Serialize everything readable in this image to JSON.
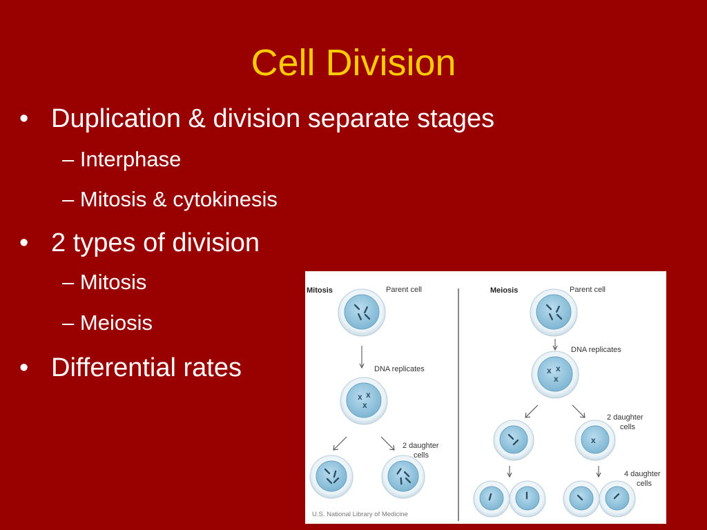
{
  "slide": {
    "title": "Cell Division",
    "bullets": [
      {
        "text": "Duplication & division separate stages",
        "subs": [
          "Interphase",
          "Mitosis & cytokinesis"
        ]
      },
      {
        "text": "2 types of division",
        "subs": [
          "Mitosis",
          "Meiosis"
        ]
      },
      {
        "text": "Differential rates",
        "subs": []
      }
    ],
    "bullet_glyph": "•",
    "sub_glyph": "–"
  },
  "figure": {
    "mitosis": {
      "heading": "Mitosis",
      "parent": "Parent cell",
      "step": "DNA replicates",
      "daughters_1": "2 daughter",
      "daughters_2": "cells"
    },
    "meiosis": {
      "heading": "Meiosis",
      "parent": "Parent cell",
      "step": "DNA replicates",
      "daughters_1": "2 daughter",
      "daughters_2": "cells",
      "four_1": "4 daughter",
      "four_2": "cells"
    },
    "credit": "U.S. National Library of Medicine"
  },
  "colors": {
    "background": "#990000",
    "title": "#ffcc00",
    "text": "#ffffff",
    "cell_fill": "#9fcde5"
  }
}
